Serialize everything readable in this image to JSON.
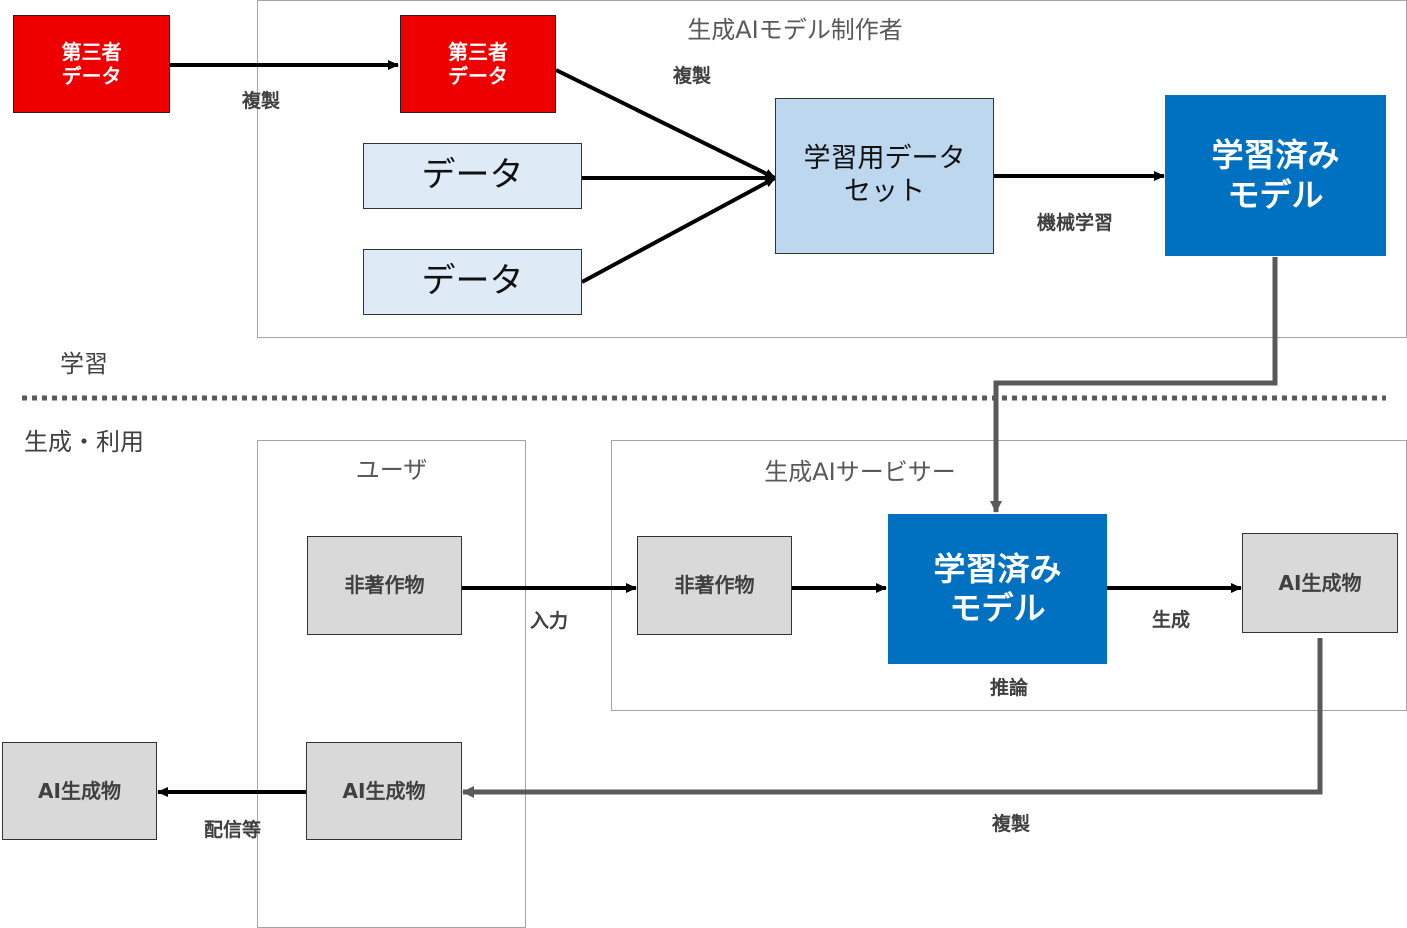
{
  "sections": {
    "learning": "学習",
    "generation": "生成・利用"
  },
  "frames": {
    "model_creator": "生成AIモデル制作者",
    "user": "ユーザ",
    "service_provider": "生成AIサービサー"
  },
  "nodes": {
    "third_party_data_source": "第三者\nデータ",
    "third_party_data_copy": "第三者\nデータ",
    "data_1": "データ",
    "data_2": "データ",
    "training_dataset": "学習用データ\nセット",
    "trained_model_top": "学習済み\nモデル",
    "user_non_copyright_work": "非著作物",
    "service_non_copyright_work": "非著作物",
    "trained_model_service": "学習済み\nモデル",
    "service_ai_output": "AI生成物",
    "user_ai_output": "AI生成物",
    "distributed_ai_output": "AI生成物"
  },
  "edge_labels": {
    "copy_top_left": "複製",
    "copy_top_right": "複製",
    "machine_learning": "機械学習",
    "input": "入力",
    "generate": "生成",
    "inference": "推論",
    "copy_bottom": "複製",
    "distribution": "配信等"
  },
  "colors": {
    "third_party_red": "#ee0000",
    "data_light_blue": "#deebf7",
    "dataset_blue": "#bdd7ee",
    "model_blue": "#0070c0",
    "output_gray": "#d9d9d9",
    "frame_border": "#a6a6a6",
    "arrow_black": "#000000",
    "arrow_gray": "#595959"
  }
}
